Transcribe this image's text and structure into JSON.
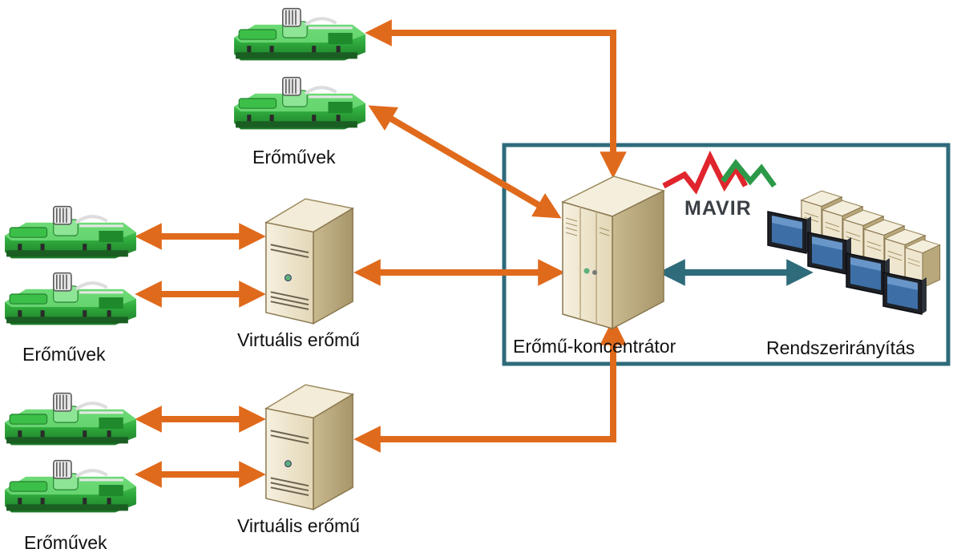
{
  "labels": {
    "plants_top": "Erőművek",
    "plants_mid": "Erőművek",
    "plants_bottom": "Erőművek",
    "vpp_mid": "Virtuális erőmű",
    "vpp_bottom": "Virtuális erőmű",
    "concentrator": "Erőmű-koncentrátor",
    "dispatch": "Rendszerirányítás",
    "logo": "MAVIR"
  },
  "colors": {
    "arrow": "#e06a1c",
    "frame": "#2e6b7b",
    "dispatch_arrow": "#2e6b7b",
    "engine_green": "#2faa3c",
    "logo_red": "#e0252c",
    "logo_green": "#2c9a48"
  },
  "icons": {
    "plant": "gas-engine-icon",
    "server": "server-tower-icon",
    "workstations": "control-room-workstations-icon",
    "logo": "mavir-logo"
  }
}
